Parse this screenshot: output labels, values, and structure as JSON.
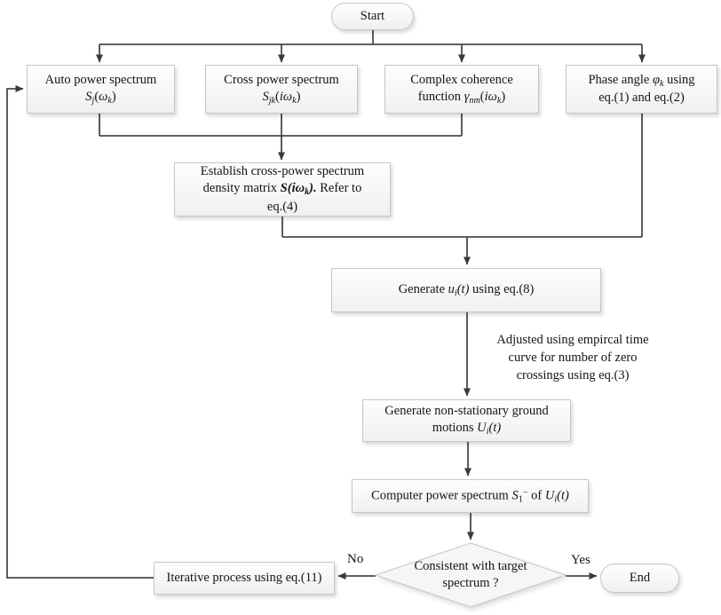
{
  "title": "Flowchart for generating spectrum-compatible non-stationary ground motions",
  "colors": {
    "line": "#4a4a4a",
    "arrowhead": "#3a3a3a",
    "node_border": "#c6c6c6",
    "node_fill_top": "#fefefe",
    "node_fill_bottom": "#f0f0f0",
    "text": "#141414",
    "background": "#ffffff"
  },
  "nodes": {
    "start": [
      {
        "t": "Start"
      }
    ],
    "auto_power": [
      {
        "t": "Auto power spectrum"
      },
      {
        "br": true
      },
      {
        "t": "S",
        "s": "i"
      },
      {
        "t": "j",
        "s": "isub"
      },
      {
        "t": "("
      },
      {
        "t": "ω",
        "s": "i"
      },
      {
        "t": "k",
        "s": "isub"
      },
      {
        "t": ")"
      }
    ],
    "cross_power": [
      {
        "t": "Cross power spectrum"
      },
      {
        "br": true
      },
      {
        "t": "S",
        "s": "i"
      },
      {
        "t": "jk",
        "s": "isub"
      },
      {
        "t": "("
      },
      {
        "t": "iω",
        "s": "i"
      },
      {
        "t": "k",
        "s": "isub"
      },
      {
        "t": ")"
      }
    ],
    "coherence": [
      {
        "t": "Complex coherence"
      },
      {
        "br": true
      },
      {
        "t": "function "
      },
      {
        "t": "γ",
        "s": "i"
      },
      {
        "t": "nm",
        "s": "isub"
      },
      {
        "t": "("
      },
      {
        "t": "iω",
        "s": "i"
      },
      {
        "t": "k",
        "s": "isub"
      },
      {
        "t": ")"
      }
    ],
    "phase_angle": [
      {
        "t": "Phase angle "
      },
      {
        "t": "φ",
        "s": "i"
      },
      {
        "t": "k",
        "s": "isub"
      },
      {
        "t": " using"
      },
      {
        "br": true
      },
      {
        "t": "eq.(1) and eq.(2)"
      }
    ],
    "establish": [
      {
        "t": "Establish cross-power spectrum"
      },
      {
        "br": true
      },
      {
        "t": "density matrix "
      },
      {
        "t": "S(",
        "s": "bi"
      },
      {
        "t": "iω",
        "s": "bi"
      },
      {
        "t": "k",
        "s": "bsub"
      },
      {
        "t": ").",
        "s": "bi"
      },
      {
        "t": " Refer to"
      },
      {
        "br": true
      },
      {
        "t": "eq.(4)"
      }
    ],
    "generate_u": [
      {
        "t": "Generate "
      },
      {
        "t": "u",
        "s": "i"
      },
      {
        "t": "i",
        "s": "isub"
      },
      {
        "t": "(t)",
        "s": "i"
      },
      {
        "t": " using eq.(8)"
      }
    ],
    "adjust_note": [
      {
        "t": "Adjusted using empircal time"
      },
      {
        "br": true
      },
      {
        "t": "curve for number of zero"
      },
      {
        "br": true
      },
      {
        "t": "crossings using eq.(3)"
      }
    ],
    "generate_nonstationary": [
      {
        "t": "Generate non-stationary ground"
      },
      {
        "br": true
      },
      {
        "t": "motions "
      },
      {
        "t": "U",
        "s": "i"
      },
      {
        "t": "i",
        "s": "isub"
      },
      {
        "t": "(t)",
        "s": "i"
      }
    ],
    "compute_spectrum": [
      {
        "t": "Computer power spectrum "
      },
      {
        "t": "S",
        "s": "i"
      },
      {
        "t": "1",
        "s": "sub"
      },
      {
        "t": "−",
        "s": "sup"
      },
      {
        "t": " of "
      },
      {
        "t": "U",
        "s": "i"
      },
      {
        "t": "i",
        "s": "isub"
      },
      {
        "t": "(t)",
        "s": "i"
      }
    ],
    "decision": [
      {
        "t": "Consistent with target"
      },
      {
        "br": true
      },
      {
        "t": "spectrum ?"
      }
    ],
    "iterative": [
      {
        "t": "Iterative process using eq.(11)"
      }
    ],
    "end": [
      {
        "t": "End"
      }
    ]
  },
  "edge_labels": {
    "yes": "Yes",
    "no": "No"
  }
}
